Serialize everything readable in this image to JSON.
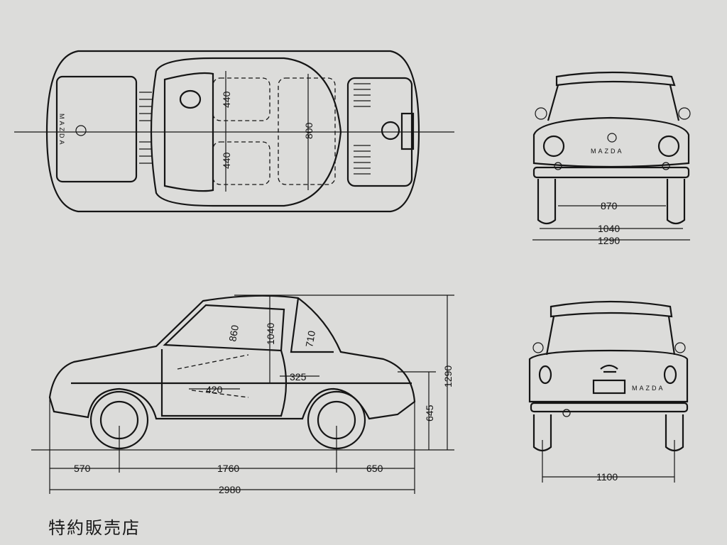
{
  "brand": "MAZDA",
  "dealer_label": "特約販売店",
  "top_view": {
    "seat_width_front": "440",
    "seat_width_rear": "440",
    "interior_width": "800"
  },
  "front_view": {
    "track_inner": "870",
    "track": "1040",
    "width": "1290"
  },
  "side_view": {
    "height_interior": "860",
    "height_door": "1040",
    "height_rear": "710",
    "rear_seat": "325",
    "front_seat": "420",
    "overall_height": "1290",
    "body_height": "645",
    "front_overhang": "570",
    "wheelbase": "1760",
    "rear_overhang": "650",
    "overall_length": "2980"
  },
  "rear_view": {
    "rear_track": "1100"
  }
}
